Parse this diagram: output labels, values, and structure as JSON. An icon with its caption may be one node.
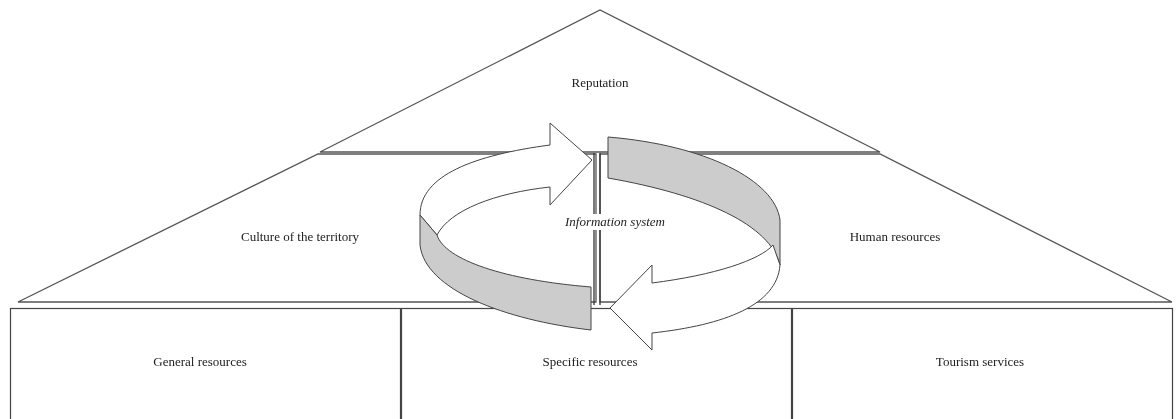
{
  "diagram": {
    "nodes": [
      {
        "text": [
          "Reputation"
        ]
      },
      {
        "text": [
          "Culture of the territory"
        ]
      },
      {
        "text": [
          "Human resources"
        ]
      },
      {
        "text": [
          "Information system"
        ]
      },
      {
        "text": [
          "General resources"
        ]
      },
      {
        "text": [
          "Specific resources"
        ]
      },
      {
        "text": [
          "Tourism services"
        ]
      }
    ]
  }
}
